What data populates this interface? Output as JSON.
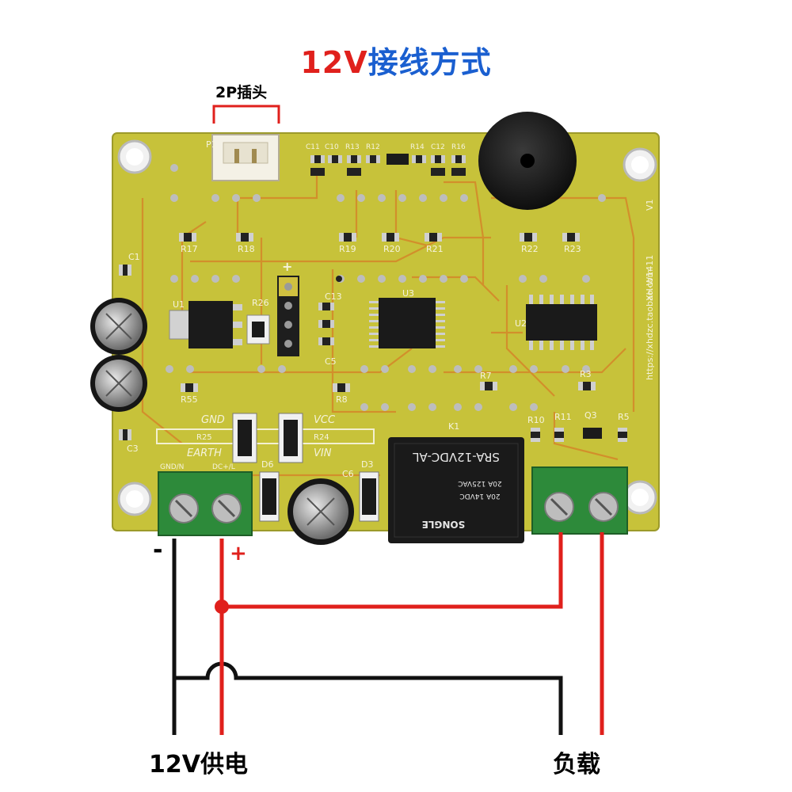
{
  "title": {
    "voltage": "12V",
    "rest": "接线方式"
  },
  "plug_label": "2P插头",
  "polarity": {
    "minus": "-",
    "plus": "+"
  },
  "bottom_labels": {
    "supply": "12V供电",
    "load": "负载"
  },
  "board": {
    "model": "XH-W1411",
    "website": "https://xhdzc.taobao.com",
    "version": "V1",
    "relay_top": "SRA-12VDC-AL",
    "relay_lines": [
      "20A 125VAC",
      "20A 14VDC"
    ],
    "relay_brand": "SONGLE",
    "silk_gnd": "GND",
    "silk_vcc": "VCC",
    "silk_earth": "EARTH",
    "silk_vin": "VIN",
    "term_gndn": "GND/N",
    "term_dc": "DC+/L",
    "ref": {
      "r25": "R25",
      "r24": "R24",
      "r26": "R26",
      "r17": "R17",
      "r18": "R18",
      "r19": "R19",
      "r20": "R20",
      "r21": "R21",
      "r22": "R22",
      "r23": "R23",
      "r55": "R55",
      "r7": "R7",
      "r3": "R3",
      "r8": "R8",
      "r10": "R10",
      "r11": "R11",
      "r5": "R5",
      "q3": "Q3",
      "k1": "K1",
      "u1": "U1",
      "u2": "U2",
      "u3": "U3",
      "c1": "C1",
      "c3": "C3",
      "c5": "C5",
      "c13": "C13",
      "d3": "D3",
      "d6": "D6",
      "c6": "C6",
      "p1": "P1",
      "c11": "C11",
      "c10": "C10",
      "r13": "R13",
      "r12": "R12",
      "r14": "R14",
      "c12": "C12",
      "r16": "R16"
    }
  }
}
